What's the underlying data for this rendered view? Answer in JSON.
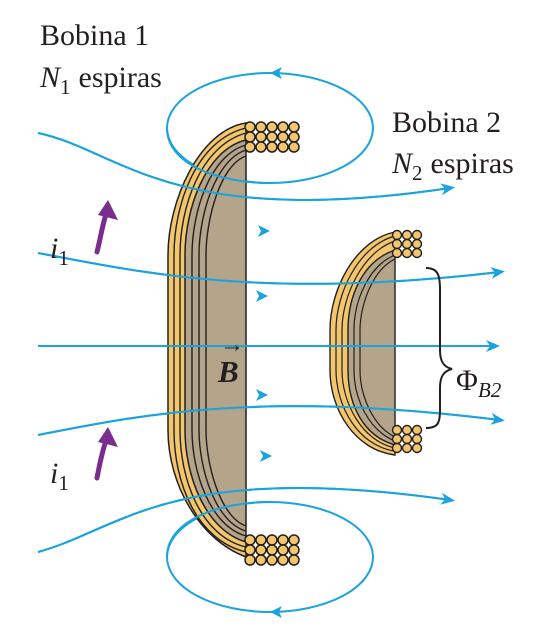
{
  "coil1": {
    "name": "Bobina 1",
    "turns_symbol": "N",
    "turns_subscript": "1",
    "turns_word": "espiras"
  },
  "coil2": {
    "name": "Bobina 2",
    "turns_symbol": "N",
    "turns_subscript": "2",
    "turns_word": "espiras"
  },
  "current": {
    "symbol": "i",
    "subscript": "1"
  },
  "field": {
    "symbol": "B",
    "vector_arrow": "→"
  },
  "flux": {
    "symbol": "Φ",
    "subscript": "B2"
  },
  "colors": {
    "field_lines": "#1aa3dc",
    "coil_yellow": "#f2c66d",
    "coil_inner": "#b3a48a",
    "coil_outline": "#231f20",
    "current_arrow": "#7b2d8e",
    "text": "#231f20"
  }
}
